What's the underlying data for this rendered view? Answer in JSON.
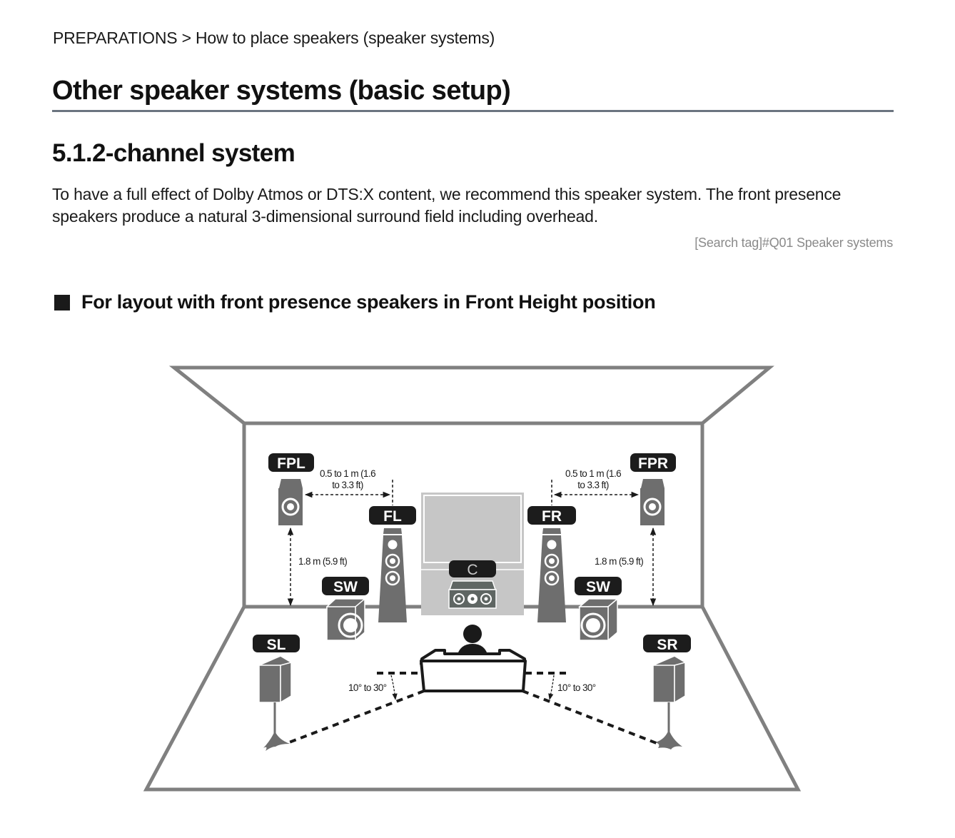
{
  "breadcrumb": "PREPARATIONS > How to place speakers (speaker systems)",
  "page_title": "Other speaker systems (basic setup)",
  "section_title": "5.1.2-channel system",
  "description": "To have a full effect of Dolby Atmos or DTS:X content, we recommend this speaker system. The front presence speakers produce a natural 3-dimensional surround field including overhead.",
  "search_tag": "[Search tag]#Q01 Speaker systems",
  "subsection_title": "For layout with front presence speakers in Front Height position",
  "diagram": {
    "speakers": {
      "fpl": "FPL",
      "fpr": "FPR",
      "fl": "FL",
      "fr": "FR",
      "c": "C",
      "sw_left": "SW",
      "sw_right": "SW",
      "sl": "SL",
      "sr": "SR"
    },
    "annotations": {
      "fp_distance_left_line1": "0.5 to 1 m (1.6",
      "fp_distance_left_line2": "to 3.3 ft)",
      "fp_distance_right_line1": "0.5 to 1 m (1.6",
      "fp_distance_right_line2": "to 3.3 ft)",
      "height_left": "1.8 m (5.9 ft)",
      "height_right": "1.8 m (5.9 ft)",
      "angle_left": "10° to 30°",
      "angle_right": "10° to 30°"
    },
    "colors": {
      "room_line": "#808080",
      "speaker_body": "#6e6e6e",
      "label_bg": "#1c1c1c",
      "tv": "#c6c6c6",
      "center_speaker": "#5f6663"
    }
  }
}
